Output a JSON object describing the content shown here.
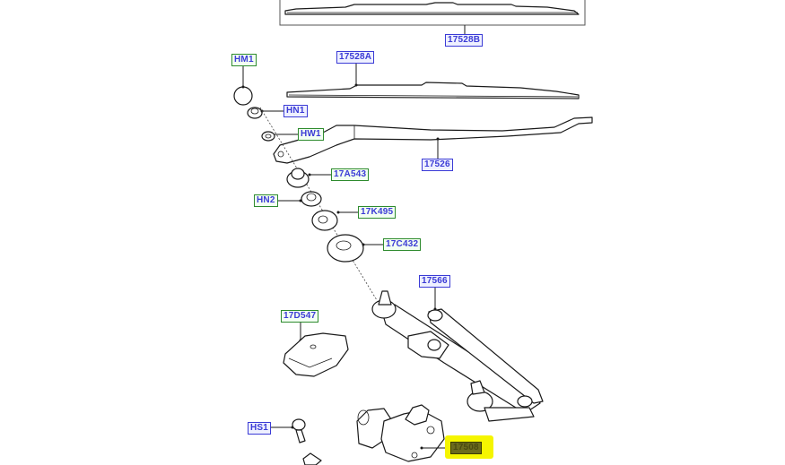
{
  "diagram": {
    "subject": "Windshield wiper system exploded parts diagram",
    "colors": {
      "blue_label_border": "#3b3bd6",
      "green_label_border": "#2e8b2e",
      "label_text": "#3b3bd6",
      "highlight": "#f5f500",
      "line_art": "#1a1a1a"
    },
    "callouts": [
      {
        "id": "17528B",
        "part": "wiper-blade-boxed",
        "style": "blue"
      },
      {
        "id": "HM1",
        "part": "cap",
        "style": "green"
      },
      {
        "id": "17528A",
        "part": "wiper-blade",
        "style": "blue"
      },
      {
        "id": "HN1",
        "part": "nut",
        "style": "blue"
      },
      {
        "id": "HW1",
        "part": "washer",
        "style": "green"
      },
      {
        "id": "17526",
        "part": "wiper-arm",
        "style": "blue"
      },
      {
        "id": "17A543",
        "part": "pivot-bushing",
        "style": "green"
      },
      {
        "id": "HN2",
        "part": "nut",
        "style": "green"
      },
      {
        "id": "17K495",
        "part": "spacer-washer",
        "style": "green"
      },
      {
        "id": "17C432",
        "part": "seal-grommet",
        "style": "green"
      },
      {
        "id": "17566",
        "part": "wiper-linkage",
        "style": "blue"
      },
      {
        "id": "17D547",
        "part": "motor-cover",
        "style": "green"
      },
      {
        "id": "HS1",
        "part": "bolt",
        "style": "blue"
      },
      {
        "id": "17508",
        "part": "wiper-motor",
        "style": "highlighted"
      }
    ]
  }
}
